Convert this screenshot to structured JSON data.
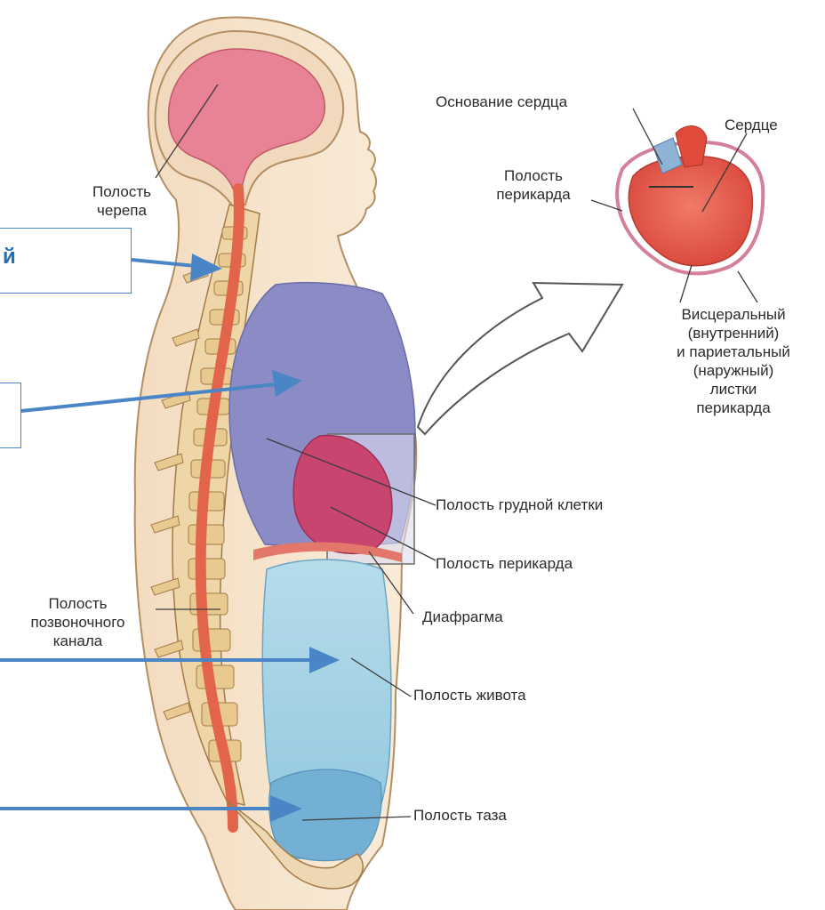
{
  "labels": {
    "skull_cavity": [
      "Полость",
      "черепа"
    ],
    "heart_base": "Основание сердца",
    "heart": "Сердце",
    "pericardial_cavity_top": [
      "Полость",
      "перикарда"
    ],
    "pericardium_layers": [
      "Висцеральный",
      "(внутренний)",
      "и париетальный",
      "(наружный)",
      "листки",
      "перикарда"
    ],
    "thoracic_cavity": "Полость грудной клетки",
    "pericardial_cavity": "Полость перикарда",
    "diaphragm": "Диафрагма",
    "spinal_canal": [
      "Полость",
      "позвоночного",
      "канала"
    ],
    "abdominal_cavity": "Полость живота",
    "pelvic_cavity": "Полость таза"
  },
  "overlay_boxes": {
    "box1_text": "й"
  },
  "colors": {
    "arrow_blue": "#4a86c5",
    "box_text_blue": "#1f6fb8",
    "skin": "#f6e3c8",
    "brain": "#e57f8f",
    "spinal_cord": "#e5674a",
    "lung_cavity": "#8c8cc4",
    "pericardium": "#c4426a",
    "abdomen": "#9fcde0",
    "pelvis": "#7ab5d6"
  }
}
